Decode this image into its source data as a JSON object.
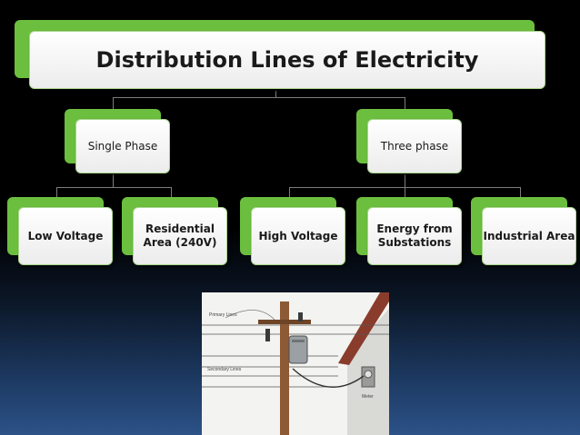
{
  "title": "Distribution Lines of Electricity",
  "branches": [
    {
      "label": "Single Phase",
      "children": [
        "Low Voltage",
        "Residential Area (240V)"
      ]
    },
    {
      "label": "Three phase",
      "children": [
        "High Voltage",
        "Energy from Substations",
        "Industrial Area"
      ]
    }
  ],
  "image": {
    "labels": [
      "Primary Lines",
      "Secondary Lines",
      "Meter"
    ]
  },
  "colors": {
    "accent_green": "#6cbf3e",
    "box_fill": "#ffffff",
    "background_top": "#000000",
    "background_bottom": "#2c5288"
  }
}
